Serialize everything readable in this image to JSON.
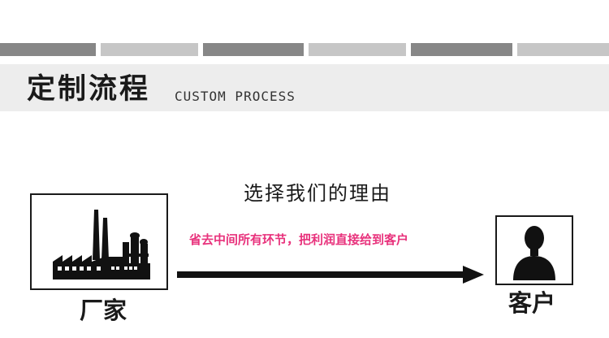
{
  "header": {
    "title_cn": "定制流程",
    "title_en": "CUSTOM PROCESS"
  },
  "stripe_colors": [
    "#878787",
    "#c6c6c6",
    "#878787",
    "#c6c6c6",
    "#878787",
    "#c6c6c6"
  ],
  "reason": {
    "title": "选择我们的理由",
    "subtitle": "省去中间所有环节，把利润直接给到客户",
    "subtitle_color": "#e8327c"
  },
  "factory": {
    "label": "厂家",
    "icon": "factory-icon"
  },
  "customer": {
    "label": "客户",
    "icon": "person-silhouette-icon"
  },
  "arrow": {
    "icon": "right-arrow-icon"
  }
}
